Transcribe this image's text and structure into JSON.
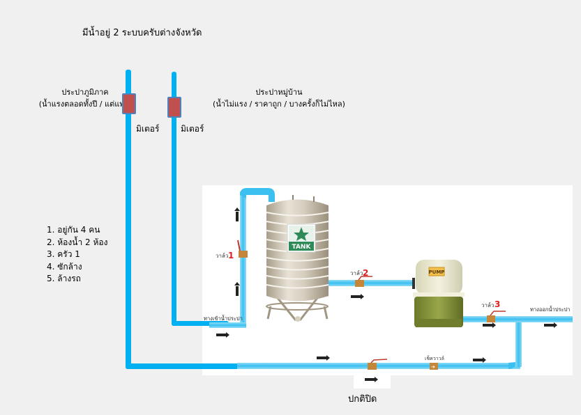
{
  "title": "มีน้ำอยู่ 2 ระบบครับต่างจังหวัด",
  "sources": {
    "municipal": {
      "name": "ประปาภูมิภาค",
      "note": "(น้ำแรงตลอดทั้งปี / แต่แพง)",
      "meter_label": "มิเตอร์"
    },
    "village": {
      "name": "ประปาหมู่บ้าน",
      "note": "(น้ำไม่แรง / ราคาถูก / บางครั้งก็ไม่ไหล)",
      "meter_label": "มิเตอร์"
    }
  },
  "household": [
    "1. อยู่กัน 4 คน",
    "2. ห้องน้ำ 2 ห้อง",
    "3. ครัว 1",
    "4. ซักล้าง",
    "5. ล้างรถ"
  ],
  "diagram": {
    "valve_label": "วาล์ว",
    "valve1_num": "1",
    "valve2_num": "2",
    "valve3_num": "3",
    "inlet_label": "ทางเข้าน้ำประปา",
    "outlet_label": "ทางออกน้ำประปา",
    "check_valve_label": "เช็ควาวล์",
    "tank_brand": "TANK",
    "pump_brand": "PUMP",
    "bypass_valve_state": "ปกติปิด"
  },
  "colors": {
    "pipe": "#00b0f0",
    "meter_fill": "#c0504d",
    "meter_border": "#4f81bd",
    "valve_number": "#e02020",
    "tank_logo": "#2e8b57"
  }
}
